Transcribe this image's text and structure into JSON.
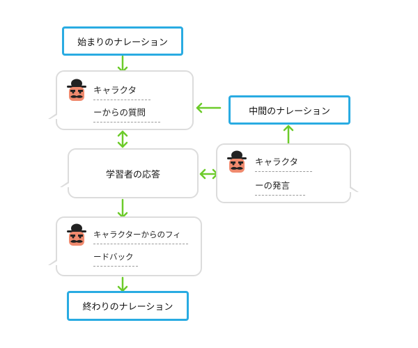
{
  "colors": {
    "narration_border": "#29abe2",
    "bubble_border": "#dcdcdc",
    "arrow": "#6ccb2a",
    "dash": "#9a9a9a"
  },
  "nodes": {
    "opening_narration": "始まりのナレーション",
    "character_question": {
      "line1": "キャラクタ",
      "line2": "ーからの質問"
    },
    "mid_narration": "中間のナレーション",
    "learner_answer": "学習者の応答",
    "character_remark": {
      "line1": "キャラクタ",
      "line2": "ーの発言"
    },
    "character_feedback": {
      "line1": "キャラクターからのフィ",
      "line2": "ードバック"
    },
    "closing_narration": "終わりのナレーション"
  },
  "icons": {
    "avatar": "character-face-icon"
  }
}
